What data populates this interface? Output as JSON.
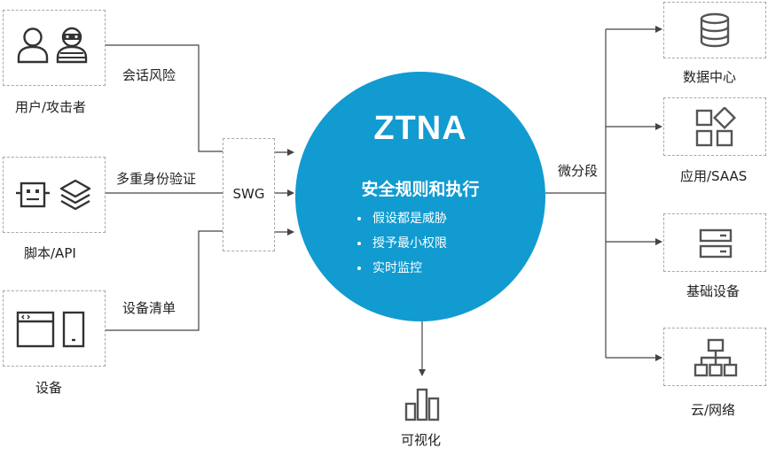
{
  "left_nodes": {
    "users": {
      "label": "用户/攻击者",
      "icons": [
        "user-icon",
        "attacker-icon"
      ]
    },
    "scripts": {
      "label": "脚本/API",
      "icons": [
        "robot-icon",
        "layers-icon"
      ]
    },
    "devices": {
      "label": "设备",
      "icons": [
        "browser-window-icon",
        "mobile-phone-icon"
      ]
    }
  },
  "edges": {
    "session_risk": "会话风险",
    "mfa": "多重身份验证",
    "device_list": "设备清单",
    "micro_segmentation": "微分段"
  },
  "swg": {
    "label": "SWG"
  },
  "ztna": {
    "title": "ZTNA",
    "subtitle": "安全规则和执行",
    "bullets": [
      "假设都是威胁",
      "授予最小权限",
      "实时监控"
    ],
    "color": "#119bd0"
  },
  "right_nodes": {
    "data_center": {
      "label": "数据中心",
      "icon": "database-icon"
    },
    "apps": {
      "label": "应用/SAAS",
      "icon": "apps-grid-icon"
    },
    "infrastructure": {
      "label": "基础设备",
      "icon": "server-icon"
    },
    "cloud_network": {
      "label": "云/网络",
      "icon": "network-tree-icon"
    }
  },
  "bottom_node": {
    "label": "可视化",
    "icon": "bar-chart-icon"
  }
}
